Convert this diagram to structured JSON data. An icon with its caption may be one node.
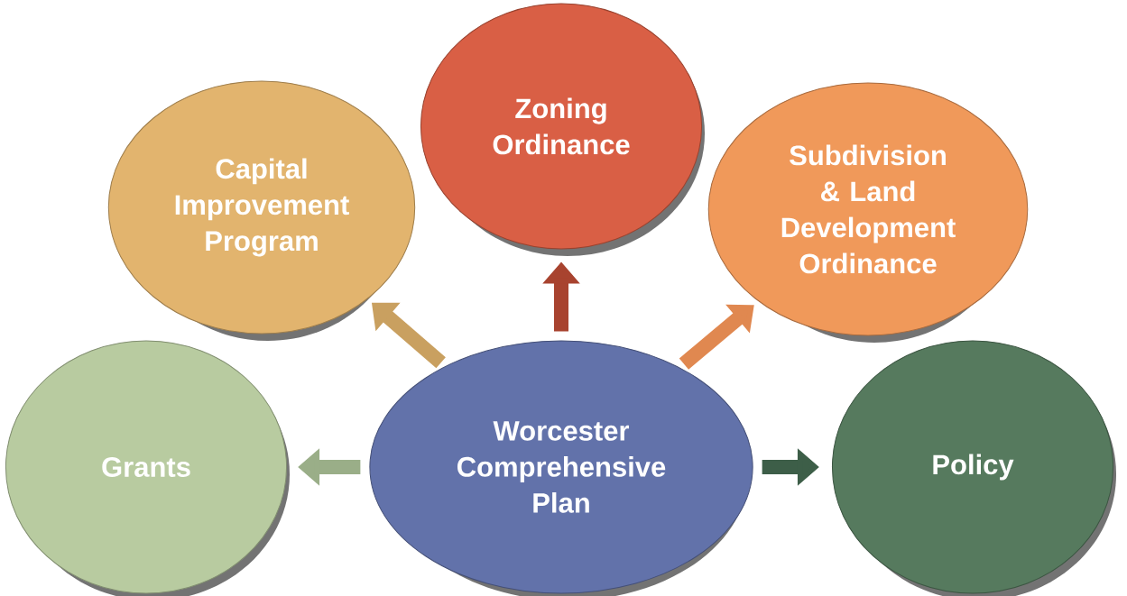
{
  "diagram": {
    "nodes": [
      {
        "text": [
          "Capital Improvement Program"
        ]
      },
      {
        "text": [
          "Zoning Ordinance"
        ]
      },
      {
        "text": [
          "Subdivision & Land Development Ordinance"
        ]
      },
      {
        "text": [
          "Grants"
        ]
      },
      {
        "text": [
          "Worcester Comprehensive Plan"
        ]
      },
      {
        "text": [
          "Policy"
        ]
      }
    ],
    "edges": [
      {
        "from": 4,
        "to": 0,
        "arrow": "to",
        "color": "#c9a060"
      },
      {
        "from": 4,
        "to": 1,
        "arrow": "to",
        "color": "#a8432f"
      },
      {
        "from": 4,
        "to": 2,
        "arrow": "to",
        "color": "#e08850"
      },
      {
        "from": 4,
        "to": 3,
        "arrow": "to",
        "color": "#9aae88"
      },
      {
        "from": 4,
        "to": 5,
        "arrow": "to",
        "color": "#3d5e48"
      }
    ]
  }
}
